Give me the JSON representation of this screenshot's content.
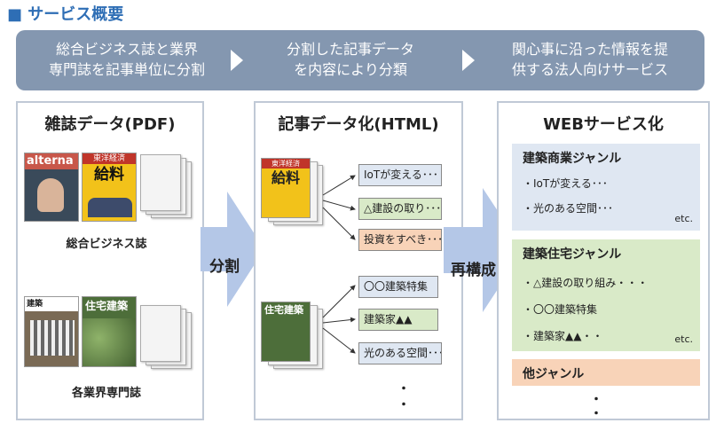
{
  "title": "■ サービス概要",
  "flow": {
    "step1": "総合ビジネス誌と業界\n専門誌を記事単位に分割",
    "step2": "分割した記事データ\nを内容により分類",
    "step3": "関心事に沿った情報を提\n供する法人向けサービス"
  },
  "panel1": {
    "title": "雑誌データ(PDF)",
    "label1": "総合ビジネス誌",
    "label2": "各業界専門誌",
    "cover_texts": {
      "alterna": "alterna",
      "toyo": "東洋経済",
      "kyuryo": "給料",
      "jutaku": "住宅建築",
      "kenchiku": "建築"
    }
  },
  "arrow1_label": "分割",
  "panel2": {
    "title": "記事データ化(HTML)",
    "articles": [
      {
        "text": "IoTが変える･･･",
        "color": "blue"
      },
      {
        "text": "△建設の取り･･･",
        "color": "green"
      },
      {
        "text": "投資をすべき･･･",
        "color": "orange"
      },
      {
        "text": "〇〇建築特集",
        "color": "blue"
      },
      {
        "text": "建築家▲▲",
        "color": "green"
      },
      {
        "text": "光のある空間･･･",
        "color": "blue"
      }
    ],
    "dots": "・"
  },
  "arrow2_label": "再構成",
  "panel3": {
    "title": "WEBサービス化",
    "genre1": {
      "title": "建築商業ジャンル",
      "items": [
        "・IoTが変える･･･",
        "・光のある空間･･･"
      ],
      "etc": "etc."
    },
    "genre2": {
      "title": "建築住宅ジャンル",
      "items": [
        "・△建設の取り組み・・・",
        "・〇〇建築特集",
        "・建築家▲▲・・"
      ],
      "etc": "etc."
    },
    "genre3": {
      "title": "他ジャンル"
    },
    "dots": "・"
  },
  "colors": {
    "title": "#2e6eb5",
    "flow": "#8497b0",
    "arrow": "#b4c7e7",
    "blue": "#dfe7f2",
    "green": "#d9eac8",
    "orange": "#f8d3b8"
  }
}
